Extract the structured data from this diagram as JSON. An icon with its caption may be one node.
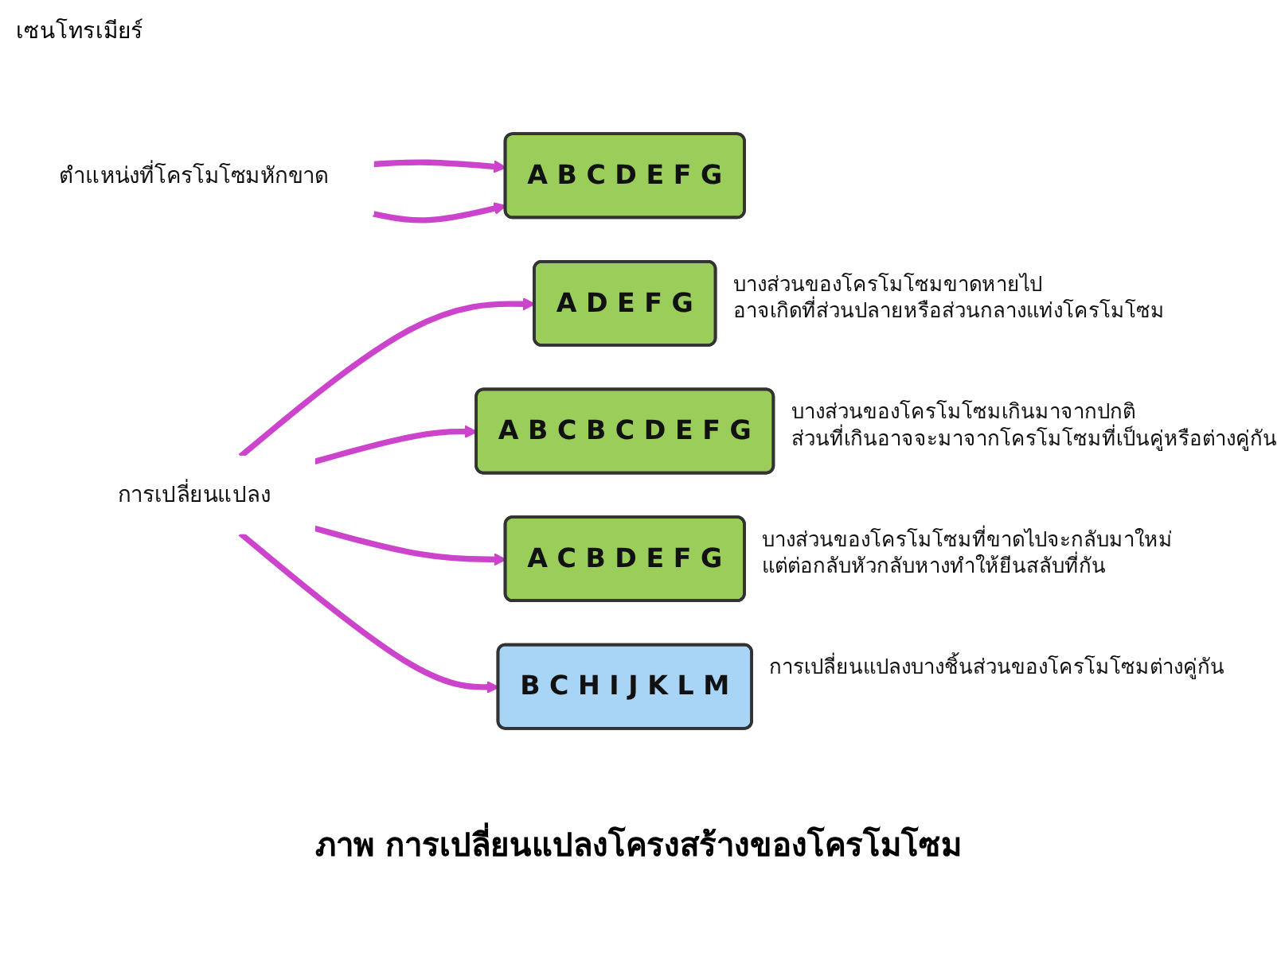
{
  "diagram": {
    "caption": "ภาพ การเปลี่ยนแปลงโครงสร้างของโครโมโซม",
    "nodes": [
      {
        "text": [
          "ตำแหน่งที่โครโมโซมหักขาด"
        ]
      },
      {
        "text": [
          "A B C D E F G"
        ]
      },
      {
        "text": [
          "การเปลี่ยนแปลง"
        ]
      },
      {
        "text": [
          "A D E F G"
        ],
        "beside": [
          "บางส่วนของโครโมโซมขาดหายไป อาจเกิดที่ส่วนปลายหรือส่วนกลางแท่งโครโมโซม"
        ]
      },
      {
        "text": [
          "A B C B C D E F G"
        ],
        "beside": [
          "บางส่วนของโครโมโซมเกินมาจากปกติ ส่วนที่เกินอาจจะมาจากโครโมโซมที่เป็นคู่หรือต่างคู่กัน"
        ]
      },
      {
        "text": [
          "A C B D E F G"
        ],
        "beside": [
          "บางส่วนของโครโมโซมที่ขาดไปจะกลับมาใหม่ แต่ต่อกลับหัวกลับหางทำให้ยีนสลับที่กัน"
        ]
      },
      {
        "text": [
          "B C H I J K L M"
        ],
        "beside": [
          "การเปลี่ยนแปลงบางชิ้นส่วนของโครโมโซมต่างคู่กัน"
        ]
      }
    ],
    "edges": [
      {
        "from": 0,
        "to": 1,
        "arrow": "to"
      },
      {
        "from": 0,
        "to": 1,
        "arrow": "to"
      },
      {
        "from": 2,
        "to": 3,
        "arrow": "to"
      },
      {
        "from": 2,
        "to": 4,
        "arrow": "to"
      },
      {
        "from": 2,
        "to": 5,
        "arrow": "to"
      },
      {
        "from": 2,
        "to": 6,
        "arrow": "to"
      }
    ],
    "labels": [
      "เซนโทรเมียร์"
    ]
  }
}
